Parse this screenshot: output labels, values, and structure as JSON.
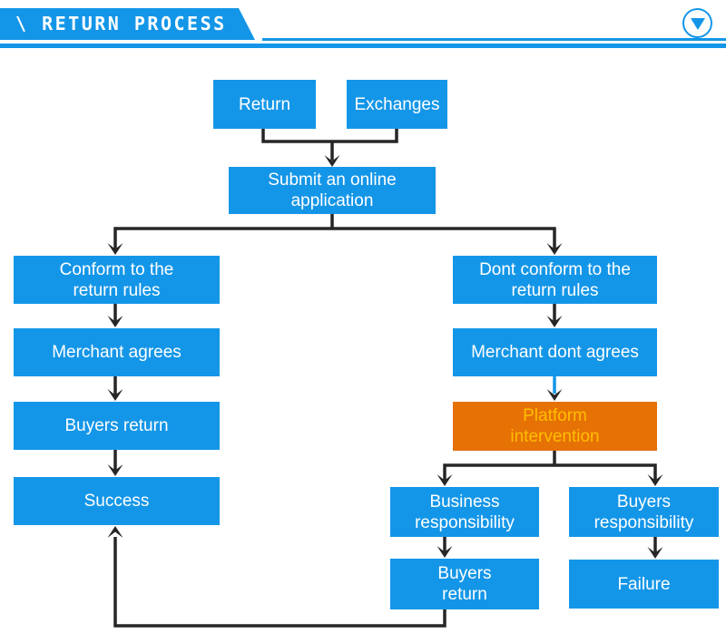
{
  "header": {
    "title": "\\ RETURN PROCESS"
  },
  "controls": {
    "scroll_button": "circle-down-arrow"
  },
  "colors": {
    "accent_blue": "#1496E8",
    "node_blue": "#1496E8",
    "node_orange": "#E67105",
    "orange_text": "#FFBE00",
    "connector_dark": "#262626",
    "connector_blue": "#1496E8",
    "text_white": "#FFFFFF"
  },
  "flowchart": {
    "nodes": {
      "return": {
        "label": "Return"
      },
      "exchanges": {
        "label": "Exchanges"
      },
      "submit": {
        "label": "Submit an online\napplication"
      },
      "conform": {
        "label": "Conform to the\nreturn rules"
      },
      "merchant_agrees": {
        "label": "Merchant agrees"
      },
      "buyers_return": {
        "label": "Buyers return"
      },
      "success": {
        "label": "Success"
      },
      "dont_conform": {
        "label": "Dont conform to the\nreturn rules"
      },
      "merchant_dont_agrees": {
        "label": "Merchant dont agrees"
      },
      "platform_intervention": {
        "label": "Platform\nintervention"
      },
      "business_responsibility": {
        "label": "Business\nresponsibility"
      },
      "buyers_responsibility": {
        "label": "Buyers\nresponsibility"
      },
      "buyers_return_2": {
        "label": "Buyers\nreturn"
      },
      "failure": {
        "label": "Failure"
      }
    }
  }
}
